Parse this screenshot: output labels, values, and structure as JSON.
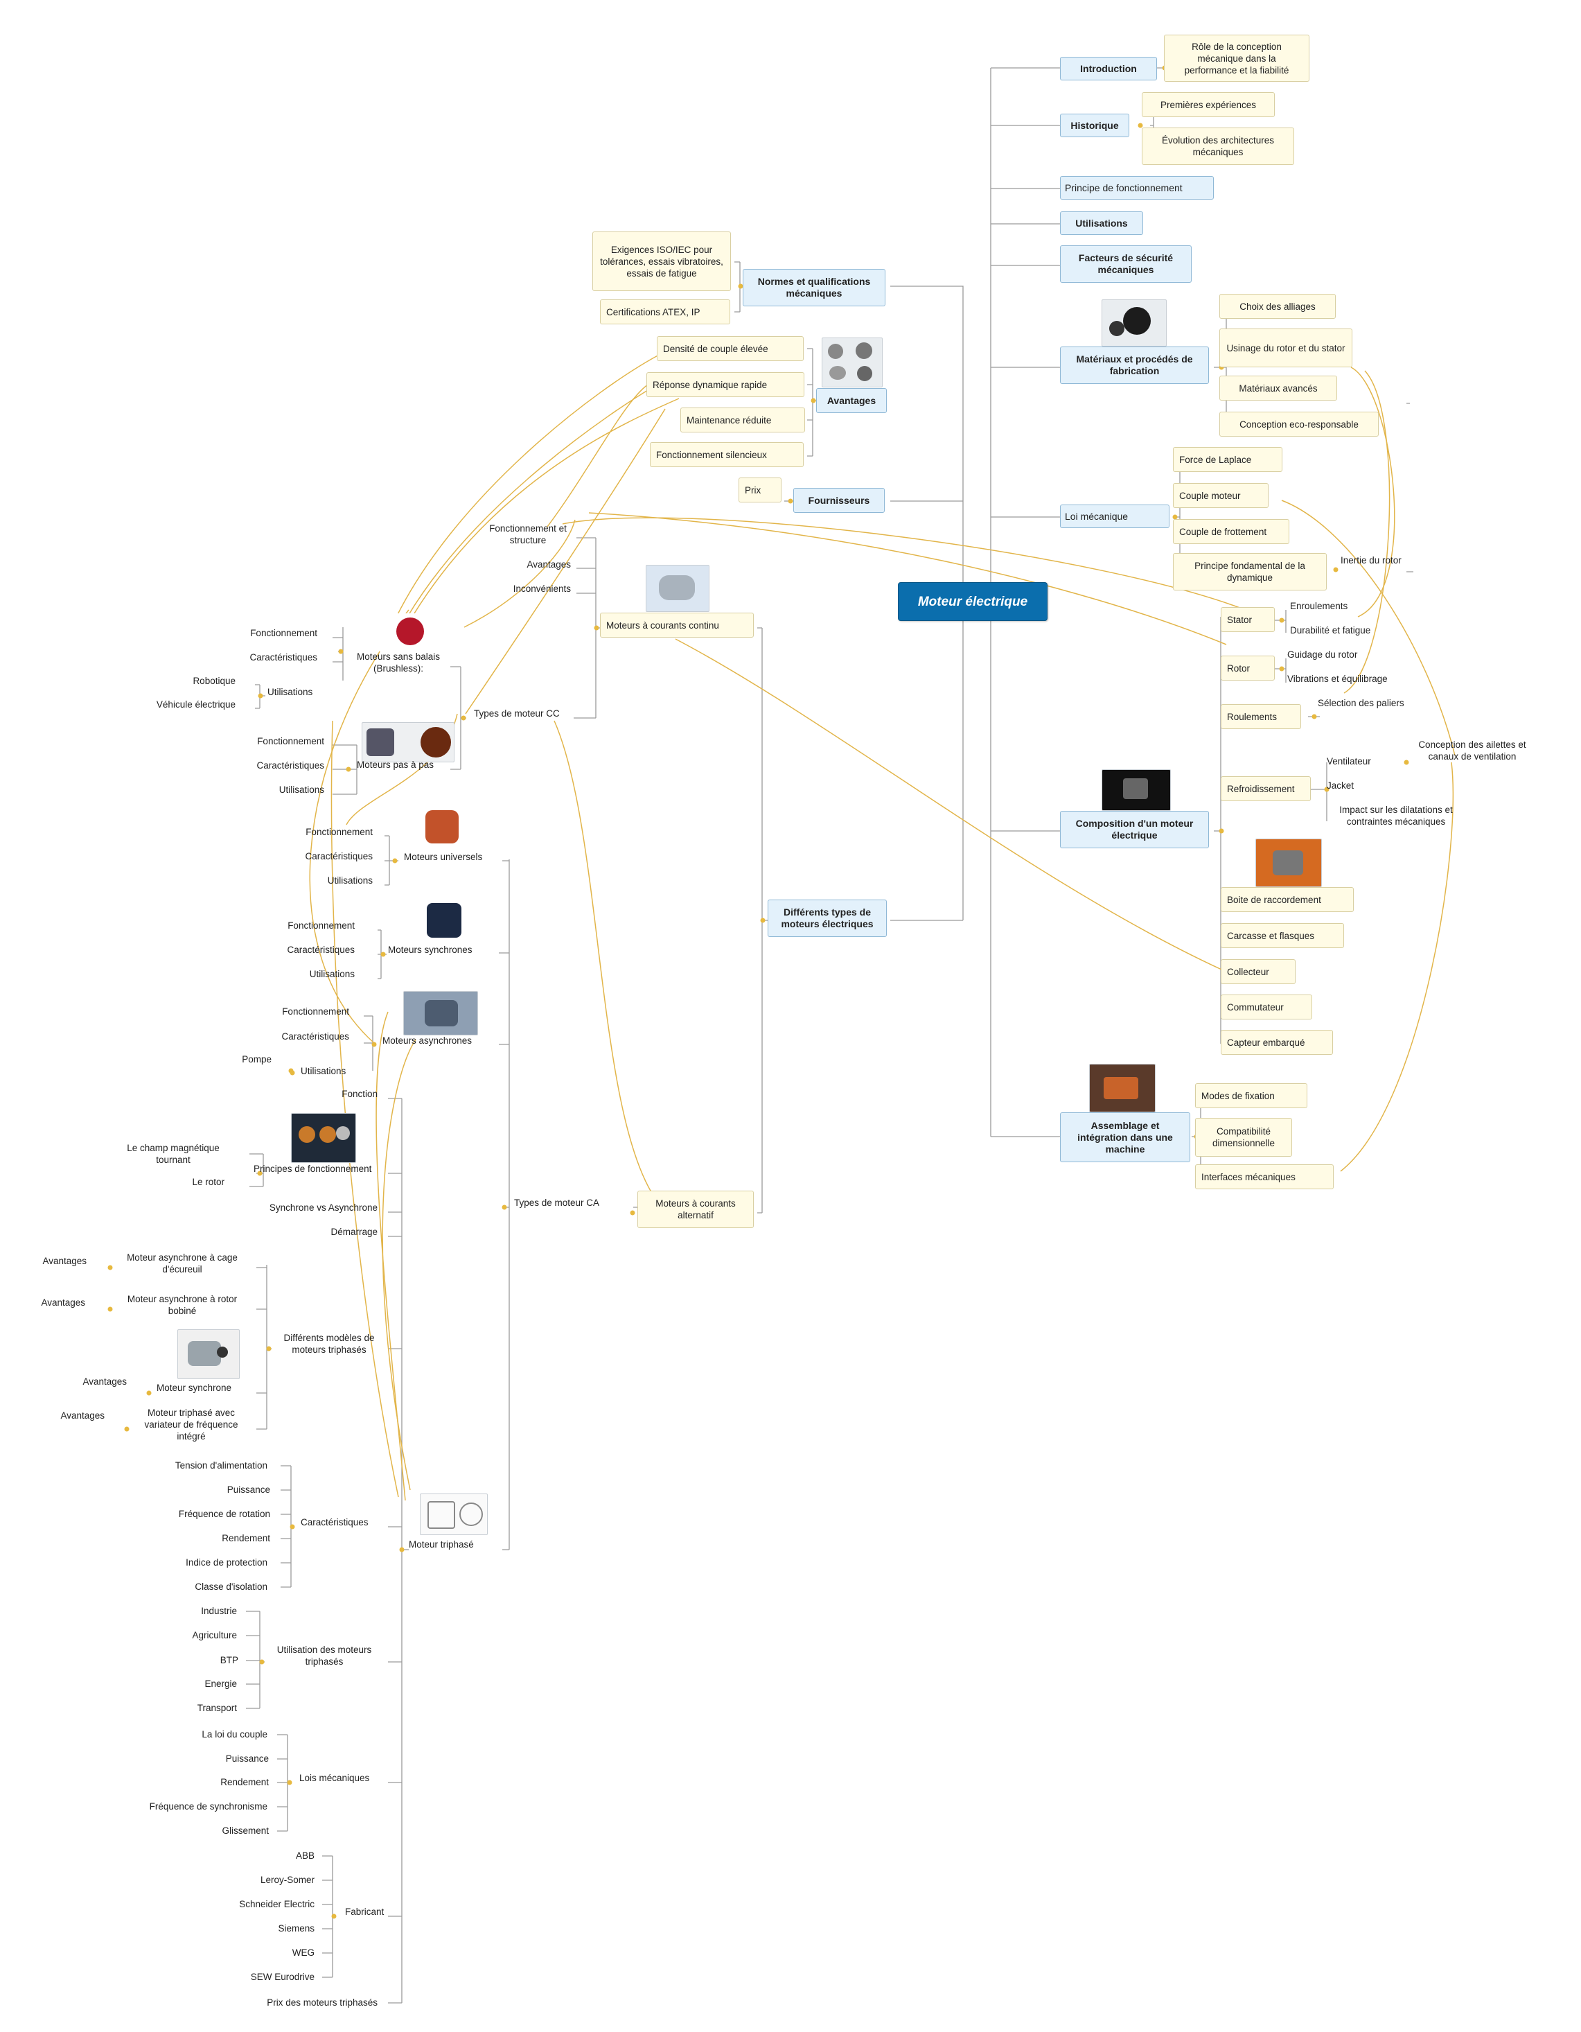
{
  "root": "Moteur électrique",
  "colors": {
    "root": "#0b6ead",
    "branch_fill": "#e3f1fb",
    "leaf_fill": "#fffbe5",
    "relation": "#e2b54a",
    "line": "#9a9a9a"
  },
  "right": {
    "introduction": {
      "label": "Introduction",
      "child": "Rôle de la conception mécanique dans la performance et la fiabilité"
    },
    "historique": {
      "label": "Historique",
      "children": [
        "Premières expériences",
        "Évolution des architectures mécaniques"
      ]
    },
    "principe": "Principe de fonctionnement",
    "utilisations": "Utilisations",
    "facteurs": "Facteurs de sécurité mécaniques",
    "materiaux": {
      "label": "Matériaux et procédés de fabrication",
      "children": [
        "Choix des alliages",
        "Usinage du rotor et du stator",
        "Matériaux avancés",
        "Conception eco-responsable"
      ]
    },
    "loi": {
      "label": "Loi mécanique",
      "children": [
        "Force de Laplace",
        "Couple moteur",
        "Couple de frottement",
        "Principe fondamental de la dynamique"
      ],
      "inertie": "Inertie du rotor"
    },
    "composition": {
      "label": "Composition d'un moteur électrique",
      "stator": "Stator",
      "stator_children": [
        "Enroulements",
        "Durabilité et fatigue"
      ],
      "rotor": "Rotor",
      "rotor_children": [
        "Guidage du rotor",
        "Vibrations et équilibrage"
      ],
      "roulements": "Roulements",
      "roulements_child": "Sélection des paliers",
      "refroidissement": "Refroidissement",
      "refroidissement_children": [
        "Ventilateur",
        "Jacket",
        "Impact sur les dilatations et contraintes mécaniques"
      ],
      "ailettes": "Conception des ailettes et canaux de ventilation",
      "others": [
        "Boite de raccordement",
        "Carcasse et flasques",
        "Collecteur",
        "Commutateur",
        "Capteur embarqué"
      ]
    },
    "assemblage": {
      "label": "Assemblage et intégration dans une machine",
      "children": [
        "Modes de fixation",
        "Compatibilité dimensionnelle",
        "Interfaces mécaniques"
      ]
    }
  },
  "left": {
    "normes": {
      "label": "Normes et qualifications mécaniques",
      "children": [
        "Exigences ISO/IEC pour tolérances, essais vibratoires, essais de fatigue",
        "Certifications ATEX, IP"
      ]
    },
    "avantages": {
      "label": "Avantages",
      "children": [
        "Densité de couple élevée",
        "Réponse dynamique rapide",
        "Maintenance réduite",
        "Fonctionnement silencieux"
      ]
    },
    "fournisseurs": {
      "label": "Fournisseurs",
      "child": "Prix"
    },
    "types": "Différents types de moteurs électriques",
    "cc": {
      "label": "Moteurs à courants continu",
      "children": [
        "Fonctionnement et structure",
        "Avantages",
        "Inconvénients"
      ],
      "types_label": "Types de moteur CC",
      "brushless": {
        "label": "Moteurs sans balais (Brushless):",
        "children": [
          "Fonctionnement",
          "Caractéristiques"
        ],
        "utilisations": "Utilisations",
        "util_children": [
          "Robotique",
          "Véhicule électrique"
        ]
      },
      "pas": {
        "label": "Moteurs pas à pas",
        "children": [
          "Fonctionnement",
          "Caractéristiques",
          "Utilisations"
        ]
      }
    },
    "ca": {
      "label": "Moteurs à courants alternatif",
      "types_label": "Types de moteur CA",
      "universels": {
        "label": "Moteurs universels",
        "children": [
          "Fonctionnement",
          "Caractéristiques",
          "Utilisations"
        ]
      },
      "synchrones": {
        "label": "Moteurs synchrones",
        "children": [
          "Fonctionnement",
          "Caractéristiques",
          "Utilisations"
        ]
      },
      "asynchrones": {
        "label": "Moteurs asynchrones",
        "children": [
          "Fonctionnement",
          "Caractéristiques"
        ],
        "utilisations": "Utilisations",
        "pompe": "Pompe"
      },
      "triphase": {
        "label": "Moteur triphasé",
        "fonction": "Fonction",
        "principes": "Principes de fonctionnement",
        "principes_children": [
          "Le champ magnétique tournant",
          "Le rotor"
        ],
        "svsa": "Synchrone vs Asynchrone",
        "demarrage": "Démarrage",
        "modeles": "Différents modèles de moteurs triphasés",
        "modeles_children": [
          "Moteur asynchrone à cage d'écureuil",
          "Moteur asynchrone à rotor bobiné",
          "Moteur synchrone",
          "Moteur triphasé avec variateur de fréquence intégré"
        ],
        "avantages": "Avantages",
        "caracteristiques": "Caractéristiques",
        "carac_children": [
          "Tension d'alimentation",
          "Puissance",
          "Fréquence de rotation",
          "Rendement",
          "Indice de protection",
          "Classe d'isolation"
        ],
        "utilisation": "Utilisation des moteurs triphasés",
        "util_children": [
          "Industrie",
          "Agriculture",
          "BTP",
          "Energie",
          "Transport"
        ],
        "lois": "Lois mécaniques",
        "lois_children": [
          "La loi du couple",
          "Puissance",
          "Rendement",
          "Fréquence de synchronisme",
          "Glissement"
        ],
        "fabricant": "Fabricant",
        "fab_children": [
          "ABB",
          "Leroy-Somer",
          "Schneider Electric",
          "Siemens",
          "WEG",
          "SEW Eurodrive"
        ],
        "prix": "Prix des moteurs triphasés"
      }
    }
  }
}
